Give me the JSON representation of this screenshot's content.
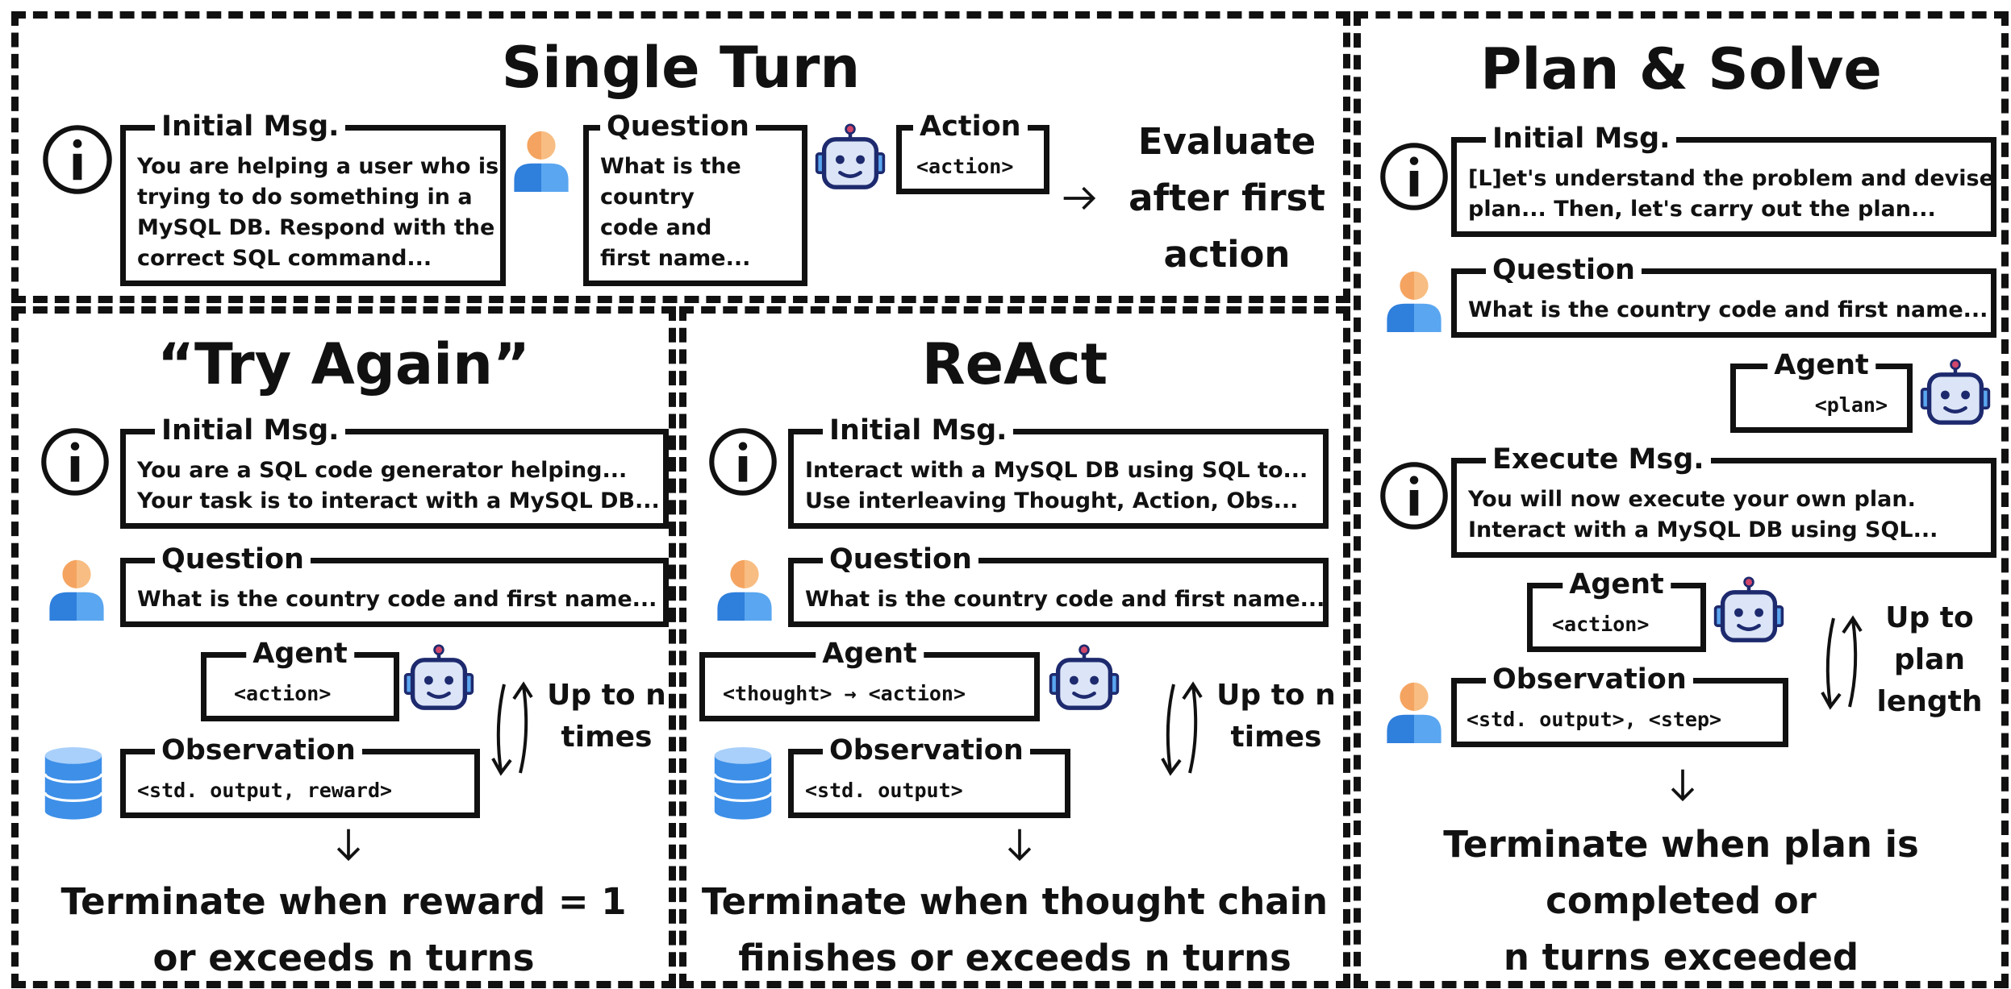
{
  "single_turn": {
    "title": "Single Turn",
    "initial_msg": {
      "label": "Initial Msg.",
      "lines": [
        "You are helping a user who is",
        "trying to do something in a",
        "MySQL DB. Respond with the",
        "correct SQL command..."
      ]
    },
    "question": {
      "label": "Question",
      "lines": [
        "What is the",
        "country",
        "code and",
        "first name..."
      ]
    },
    "action": {
      "label": "Action",
      "value": "<action>"
    },
    "evaluate_lines": [
      "Evaluate",
      "after first",
      "action"
    ]
  },
  "try_again": {
    "title": "“Try Again”",
    "initial_msg": {
      "label": "Initial Msg.",
      "lines": [
        "You are a SQL code generator helping...",
        "Your task is to interact with a MySQL DB..."
      ]
    },
    "question": {
      "label": "Question",
      "text": "What is the country code and first name..."
    },
    "agent": {
      "label": "Agent",
      "value": "<action>"
    },
    "observation": {
      "label": "Observation",
      "value": "<std. output, reward>"
    },
    "loop_lines": [
      "Up to n",
      "times"
    ],
    "terminate_lines": [
      "Terminate when reward = 1",
      "or exceeds n turns"
    ]
  },
  "react": {
    "title": "ReAct",
    "initial_msg": {
      "label": "Initial Msg.",
      "lines": [
        "Interact with a MySQL DB using SQL to...",
        "Use interleaving Thought, Action, Obs..."
      ]
    },
    "question": {
      "label": "Question",
      "text": "What is the country code and first name..."
    },
    "agent": {
      "label": "Agent",
      "value": "<thought> → <action>"
    },
    "observation": {
      "label": "Observation",
      "value": "<std. output>"
    },
    "loop_lines": [
      "Up to n",
      "times"
    ],
    "terminate_lines": [
      "Terminate when thought chain",
      "finishes or exceeds n turns"
    ]
  },
  "plan_solve": {
    "title": "Plan & Solve",
    "initial_msg": {
      "label": "Initial Msg.",
      "lines": [
        "[L]et's understand the problem and devise",
        "plan... Then, let's carry out the plan..."
      ]
    },
    "question": {
      "label": "Question",
      "text": "What is the country code and first name..."
    },
    "agent_plan": {
      "label": "Agent",
      "value": "<plan>"
    },
    "execute_msg": {
      "label": "Execute Msg.",
      "lines": [
        "You will now execute your own plan.",
        "Interact with a MySQL DB using SQL..."
      ]
    },
    "agent_action": {
      "label": "Agent",
      "value": "<action>"
    },
    "observation": {
      "label": "Observation",
      "value": "<std. output>, <step>"
    },
    "loop_lines": [
      "Up to",
      "plan",
      "length"
    ],
    "terminate_lines": [
      "Terminate when plan is",
      "completed or",
      "n turns exceeded"
    ]
  },
  "colors": {
    "border": "#111111",
    "user_skin": "#f4a460",
    "user_body": "#3d8fe8",
    "robot_face": "#dbe5f7",
    "robot_outline": "#1e2a6e",
    "db_blue": "#4a9bef"
  },
  "icons": [
    "info-icon",
    "user-icon",
    "robot-icon",
    "database-icon",
    "down-arrow-icon",
    "right-arrow-icon",
    "loop-arrows-icon"
  ]
}
